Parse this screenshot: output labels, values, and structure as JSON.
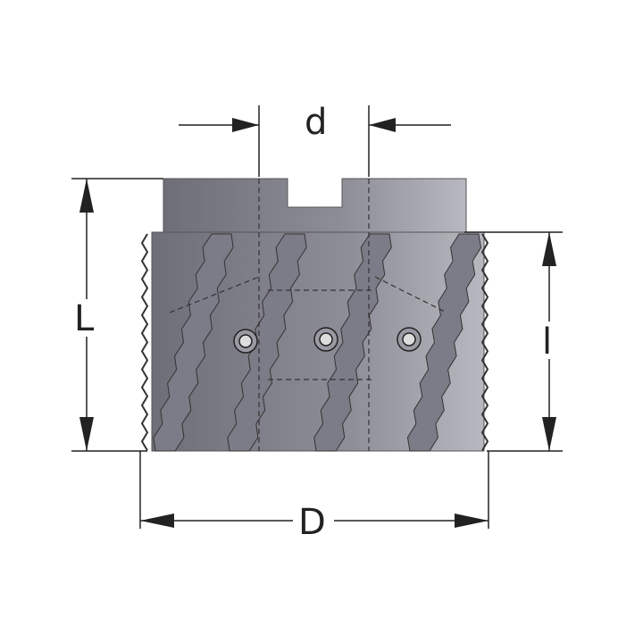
{
  "dimensions": {
    "bore_diameter": "d",
    "overall_length": "L",
    "cutting_length": "l",
    "cutting_diameter": "D"
  },
  "colors": {
    "body_light": "#a9a9b1",
    "body_dark": "#6e6e78",
    "insert": "#7c7c88",
    "line": "#222222"
  }
}
